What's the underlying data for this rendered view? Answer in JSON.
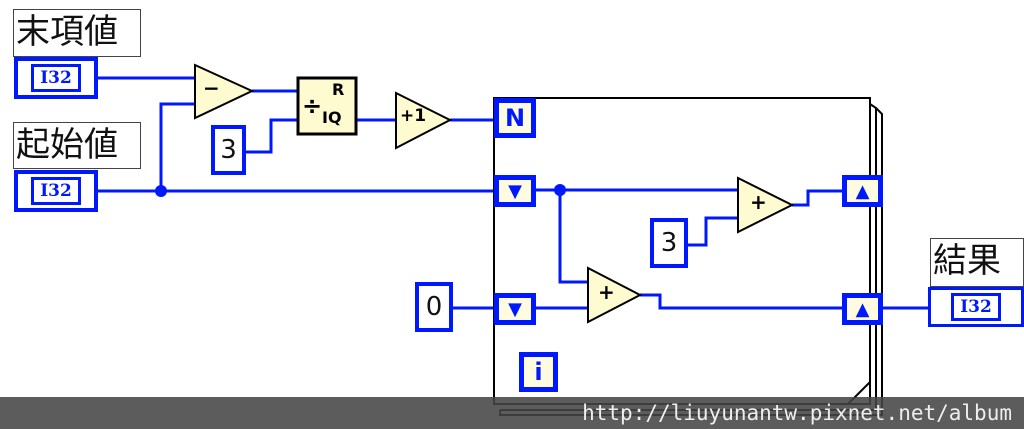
{
  "labels": {
    "end_value": "末項値",
    "start_value": "起始値",
    "result": "結果"
  },
  "terminals": {
    "type": "I32"
  },
  "constants": {
    "divisor": "3",
    "step": "3",
    "initial": "0"
  },
  "nodes": {
    "subtract": "−",
    "divide_r": "R",
    "divide_iq": "IQ",
    "divide_sym": "÷",
    "increment": "+1",
    "add": "+"
  },
  "loop": {
    "count": "N",
    "iteration": "i",
    "shift_down": "▼",
    "shift_up": "▲"
  },
  "watermark": "http://liuyunantw.pixnet.net/album",
  "colors": {
    "wire": "#0018ff",
    "node": "#fffbd0"
  }
}
